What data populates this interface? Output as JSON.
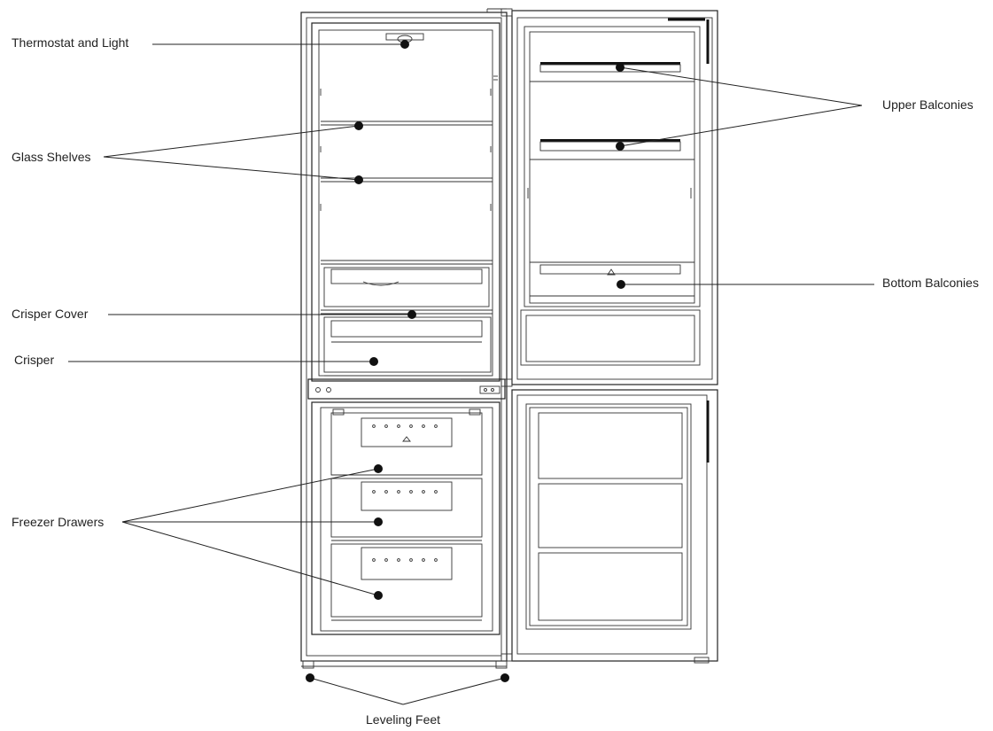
{
  "colors": {
    "line": "#222222",
    "dot": "#111111",
    "background": "#ffffff"
  },
  "labels": {
    "thermostat_and_light": "Thermostat and Light",
    "glass_shelves": "Glass Shelves",
    "crisper_cover": "Crisper Cover",
    "crisper": "Crisper",
    "freezer_drawers": "Freezer Drawers",
    "upper_balconies": "Upper Balconies",
    "bottom_balconies": "Bottom Balconies",
    "leveling_feet": "Leveling Feet"
  }
}
